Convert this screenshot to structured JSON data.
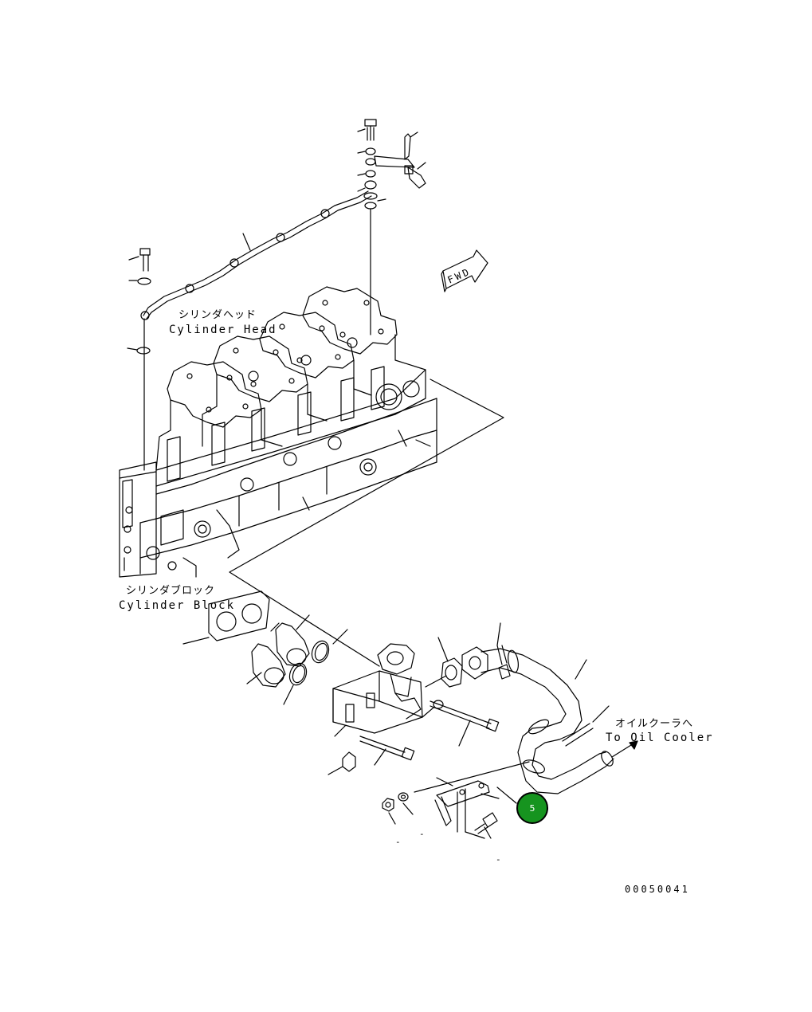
{
  "labels": {
    "cylinder_head_jp": "シリンダヘッド",
    "cylinder_head_en": "Cylinder Head",
    "cylinder_block_jp": "シリンダブロック",
    "cylinder_block_en": "Cylinder Block",
    "oil_cooler_jp": "オイルクーラへ",
    "oil_cooler_en": "To Oil Cooler",
    "fwd": "FWD"
  },
  "callout": {
    "number": "5",
    "color": "#16941f"
  },
  "reference_number": "00050041",
  "dash_marks": [
    "-",
    "-",
    "-"
  ]
}
